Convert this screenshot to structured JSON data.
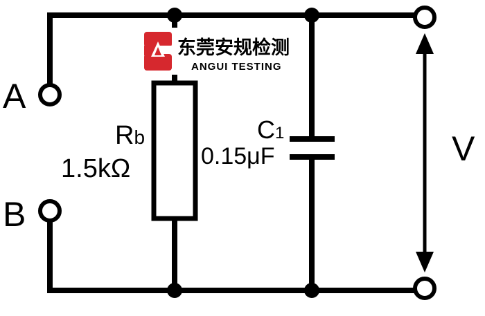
{
  "diagram": {
    "terminal_a_label": "A",
    "terminal_b_label": "B",
    "voltage_label": "V",
    "resistor": {
      "label_main": "R",
      "label_sub": "b",
      "value": "1.5kΩ"
    },
    "capacitor": {
      "label_main": "C",
      "label_sub": "1",
      "value": "0.15μF"
    }
  },
  "watermark": {
    "company_cn": "东莞安规检测",
    "company_en": "ANGUI TESTING",
    "logo_color": "#d6282e"
  },
  "colors": {
    "wire": "#000000",
    "background": "#ffffff"
  }
}
